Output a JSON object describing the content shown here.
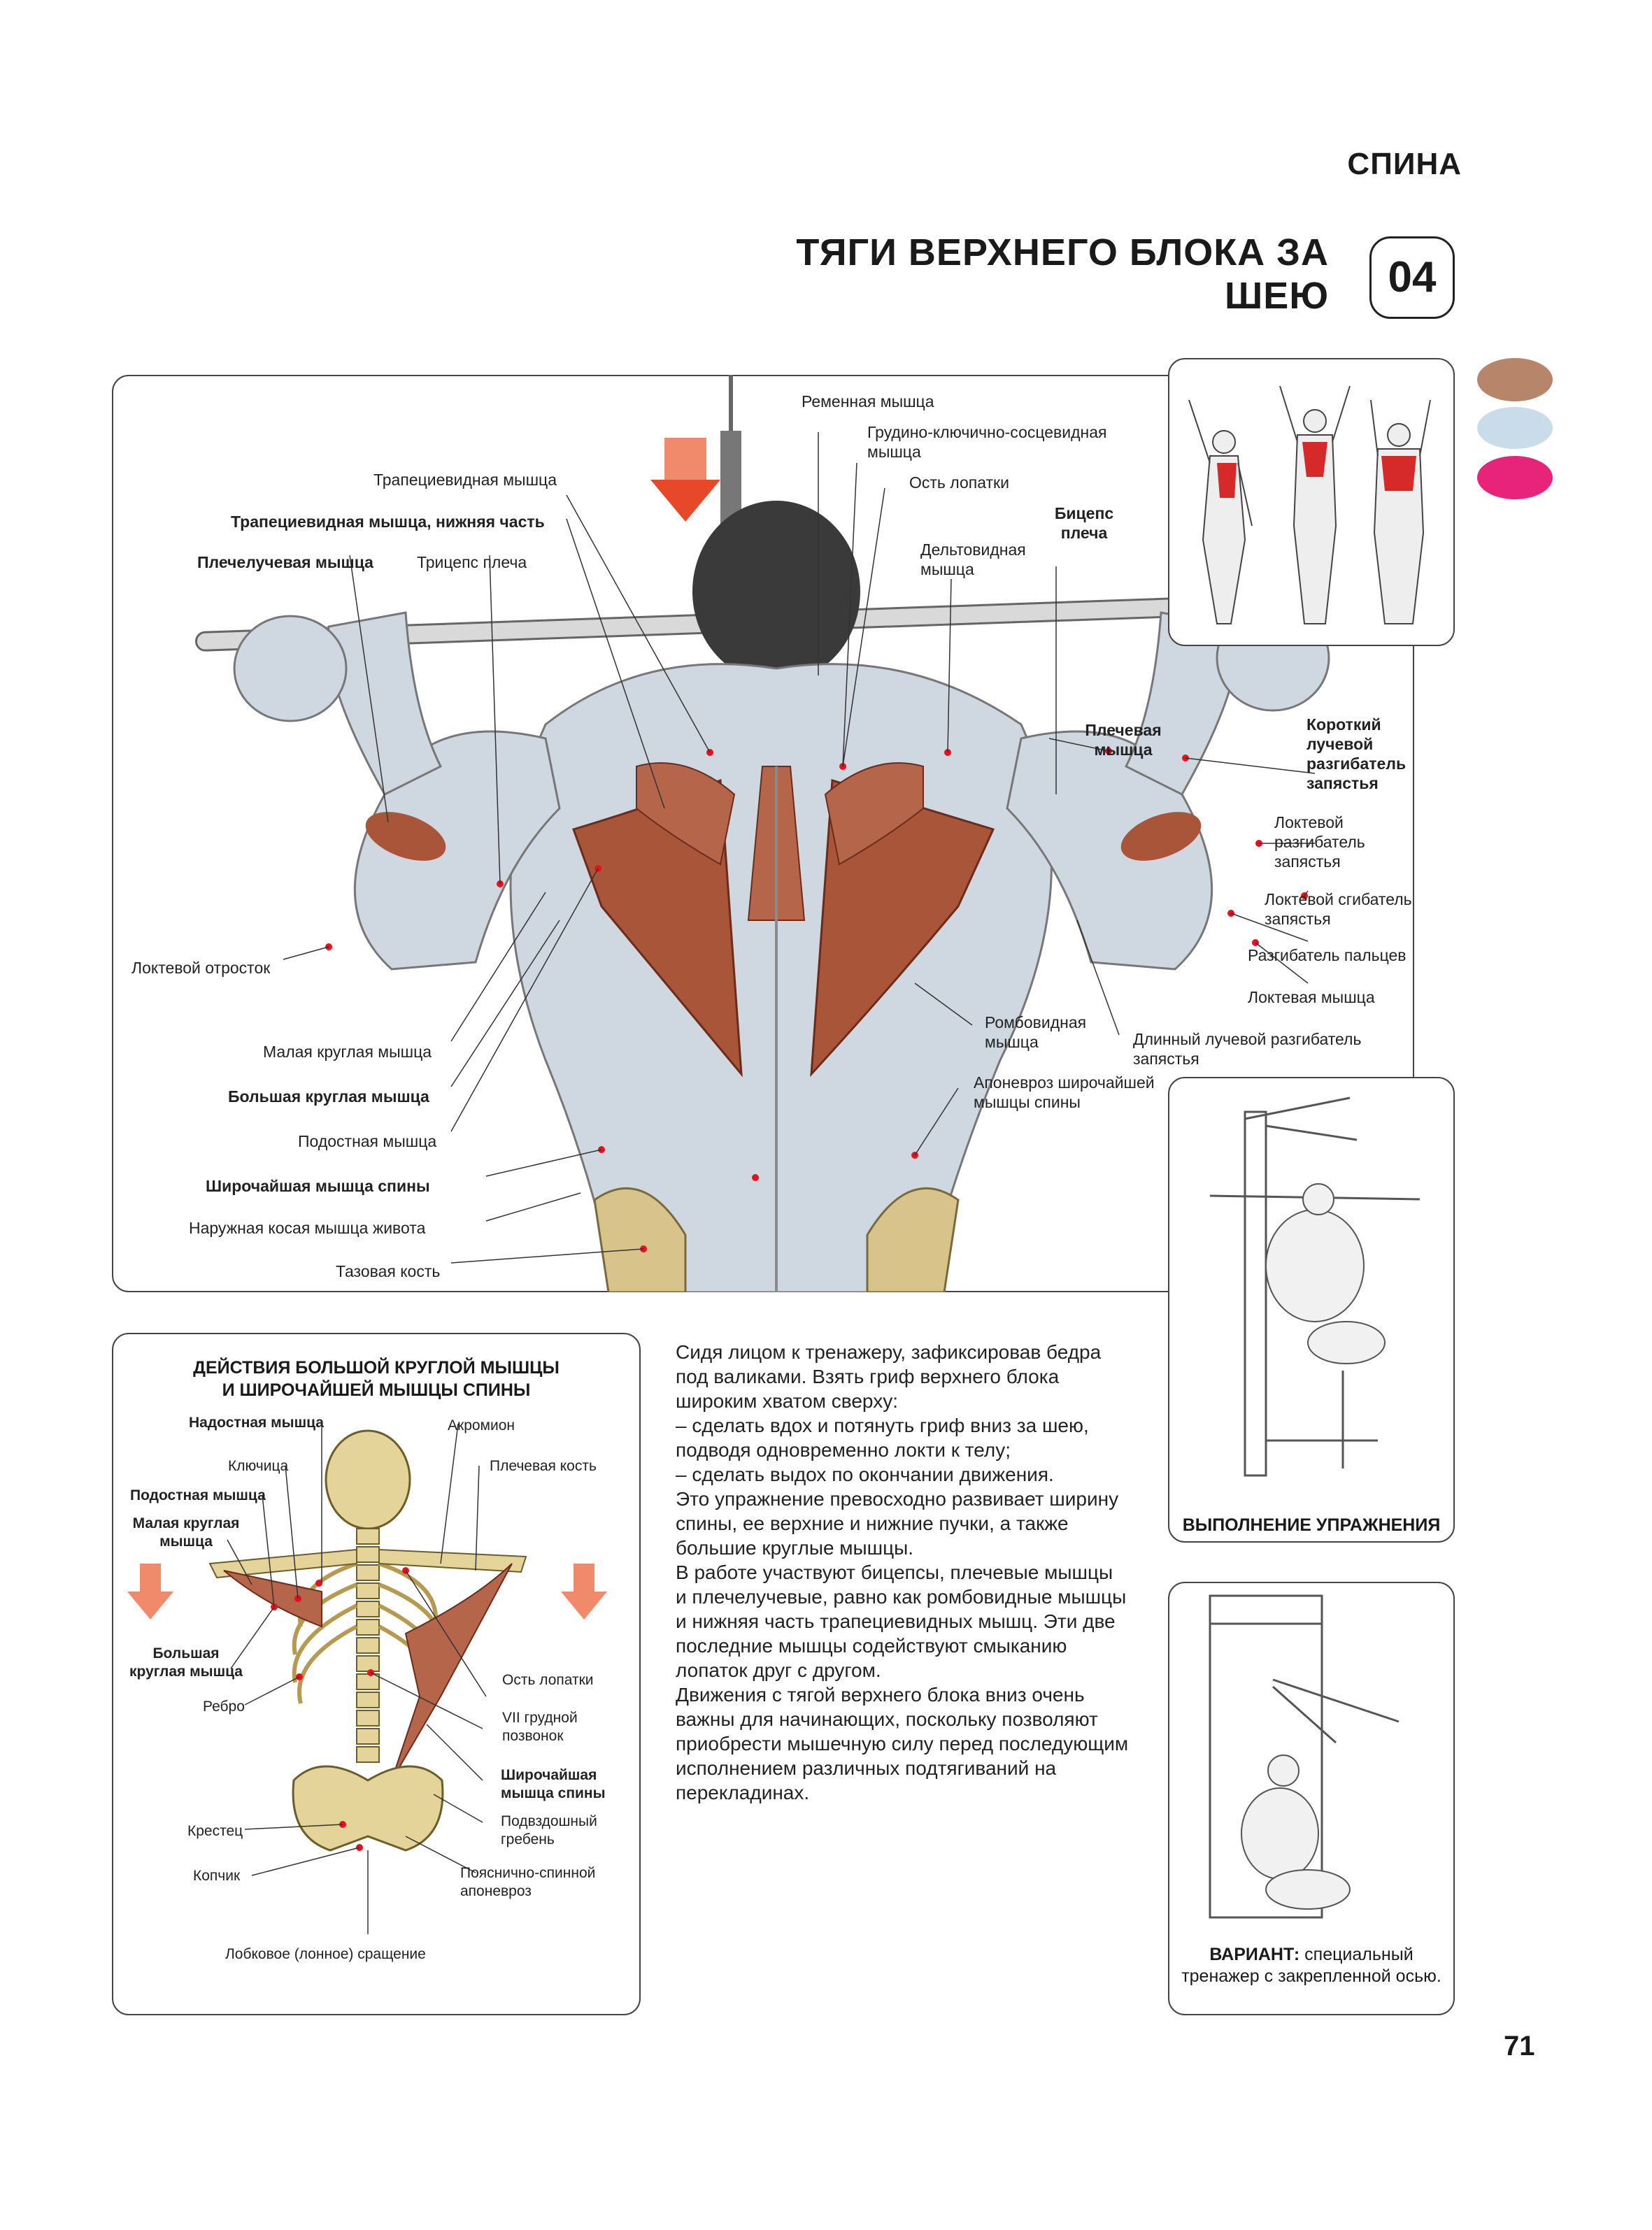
{
  "header": {
    "section": "СПИНА",
    "title": "ТЯГИ ВЕРХНЕГО БЛОКА ЗА ШЕЮ",
    "number": "04"
  },
  "legend_colors": [
    "#b7856a",
    "#c9dcea",
    "#e8247a"
  ],
  "main_labels_left": [
    "Трапециевидная мышца",
    "Трапециевидная мышца, нижняя часть",
    "Плечелучевая мышца",
    "Трицепс плеча",
    "Локтевой отросток",
    "Малая круглая мышца",
    "Большая круглая мышца",
    "Подостная мышца",
    "Широчайшая мышца спины",
    "Наружная косая мышца живота",
    "Тазовая кость"
  ],
  "main_labels_right": {
    "splenius": "Ременная мышца",
    "sternocleido": "Грудино-ключично-сосцевидная мышца",
    "scapula_spine": "Ость лопатки",
    "deltoid": "Дельтовидная мышца",
    "biceps": "Бицепс плеча",
    "brachialis": "Плечевая мышца",
    "ecrb": "Короткий лучевой разгибатель запястья",
    "ecu": "Локтевой разгибатель запястья",
    "fcu": "Локтевой сгибатель запястья",
    "ed": "Разгибатель пальцев",
    "anconeus": "Локтевая мышца",
    "rhomboid": "Ромбовидная мышца",
    "ecrl": "Длинный лучевой разгибатель запястья",
    "aponeurosis": "Апоневроз широчайшей мышцы спины"
  },
  "skeleton_panel": {
    "title_line1": "ДЕЙСТВИЯ БОЛЬШОЙ КРУГЛОЙ МЫШЦЫ",
    "title_line2": "И ШИРОЧАЙШЕЙ МЫШЦЫ СПИНЫ",
    "labels": {
      "supraspinatus": "Надостная мышца",
      "acromion": "Акромион",
      "clavicle": "Ключица",
      "humerus": "Плечевая кость",
      "infraspinatus": "Подостная мышца",
      "teres_minor": "Малая круглая мышца",
      "teres_major": "Большая круглая мышца",
      "scapula_spine": "Ость лопатки",
      "rib": "Ребро",
      "vii_vertebra": "VII грудной позвонок",
      "latissimus": "Широчайшая мышца спины",
      "iliac_crest": "Подвздошный гребень",
      "sacrum": "Крестец",
      "coccyx": "Копчик",
      "lumbar_aponeurosis": "Пояснично-спинной апоневроз",
      "pubic": "Лобковое (лонное) сращение"
    }
  },
  "instructions": [
    "Сидя лицом к тренажеру, зафиксировав бедра",
    "под валиками. Взять гриф верхнего блока",
    "широким хватом сверху:",
    "– сделать вдох и потянуть гриф вниз за шею,",
    "подводя одновременно локти к телу;",
    "– сделать выдох по окончании движения.",
    "Это упражнение превосходно развивает ширину",
    "спины, ее верхние и нижние пучки, а также",
    "большие круглые мышцы.",
    "В работе участвуют бицепсы, плечевые мышцы",
    "и плечелучевые, равно как ромбовидные мышцы",
    "и нижняя часть трапециевидных мышц. Эти две",
    "последние мышцы содействуют смыканию",
    "лопаток друг с другом.",
    "Движения с тягой верхнего блока вниз очень",
    "важны для начинающих, поскольку позволяют",
    "приобрести мышечную силу перед последующим",
    "исполнением различных подтягиваний на",
    "перекладинах."
  ],
  "exercise_caption": "ВЫПОЛНЕНИЕ УПРАЖНЕНИЯ",
  "variant": {
    "label": "ВАРИАНТ:",
    "text1": "специальный",
    "text2": "тренажер с закрепленной осью."
  },
  "page_number": "71"
}
